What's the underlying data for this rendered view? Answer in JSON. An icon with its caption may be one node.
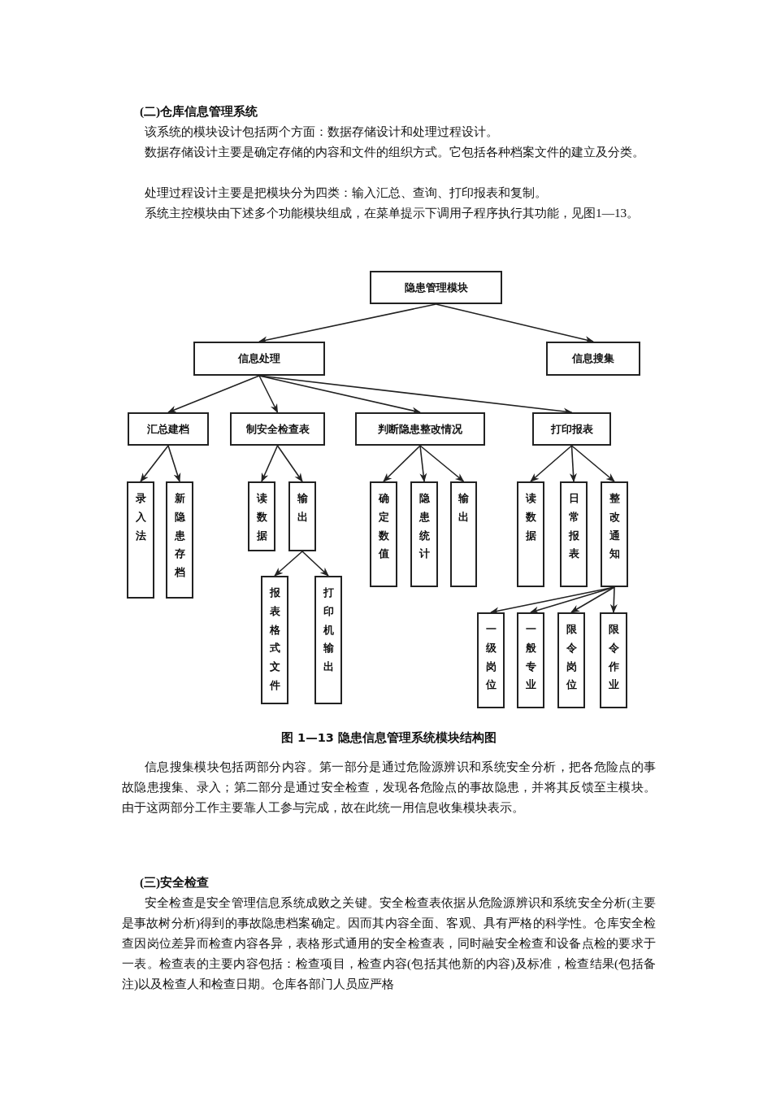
{
  "diagram": {
    "caption": "图 1—13  隐患信息管理系统模块结构图",
    "nodes": [
      {
        "text": [
          "隐患管理模块"
        ]
      },
      {
        "text": [
          "信息处理"
        ]
      },
      {
        "text": [
          "信息搜集"
        ]
      },
      {
        "text": [
          "汇总建档"
        ]
      },
      {
        "text": [
          "制安全检查表"
        ]
      },
      {
        "text": [
          "判断隐患整改情况"
        ]
      },
      {
        "text": [
          "打印报表"
        ]
      },
      {
        "text": [
          "录入法"
        ]
      },
      {
        "text": [
          "新隐患存档"
        ]
      },
      {
        "text": [
          "读数据"
        ]
      },
      {
        "text": [
          "输出"
        ]
      },
      {
        "text": [
          "报表格式文件"
        ]
      },
      {
        "text": [
          "打印机输出"
        ]
      },
      {
        "text": [
          "确定数值"
        ]
      },
      {
        "text": [
          "隐患统计"
        ]
      },
      {
        "text": [
          "输出"
        ]
      },
      {
        "text": [
          "读数据"
        ]
      },
      {
        "text": [
          "日常报表"
        ]
      },
      {
        "text": [
          "整改通知"
        ]
      },
      {
        "text": [
          "一级岗位"
        ]
      },
      {
        "text": [
          "一般专业"
        ]
      },
      {
        "text": [
          "限令岗位"
        ]
      },
      {
        "text": [
          "限令作业"
        ]
      }
    ],
    "edges": [
      {
        "from": 0,
        "to": 1,
        "arrow": "to"
      },
      {
        "from": 0,
        "to": 2,
        "arrow": "to"
      },
      {
        "from": 1,
        "to": 3,
        "arrow": "to"
      },
      {
        "from": 1,
        "to": 4,
        "arrow": "to"
      },
      {
        "from": 1,
        "to": 5,
        "arrow": "to"
      },
      {
        "from": 1,
        "to": 6,
        "arrow": "to"
      },
      {
        "from": 3,
        "to": 7,
        "arrow": "to"
      },
      {
        "from": 3,
        "to": 8,
        "arrow": "to"
      },
      {
        "from": 4,
        "to": 9,
        "arrow": "to"
      },
      {
        "from": 4,
        "to": 10,
        "arrow": "to"
      },
      {
        "from": 10,
        "to": 11,
        "arrow": "to"
      },
      {
        "from": 10,
        "to": 12,
        "arrow": "to"
      },
      {
        "from": 5,
        "to": 13,
        "arrow": "to"
      },
      {
        "from": 5,
        "to": 14,
        "arrow": "to"
      },
      {
        "from": 5,
        "to": 15,
        "arrow": "to"
      },
      {
        "from": 6,
        "to": 16,
        "arrow": "to"
      },
      {
        "from": 6,
        "to": 17,
        "arrow": "to"
      },
      {
        "from": 6,
        "to": 18,
        "arrow": "to"
      },
      {
        "from": 18,
        "to": 19,
        "arrow": "to"
      },
      {
        "from": 18,
        "to": 20,
        "arrow": "to"
      },
      {
        "from": 18,
        "to": 21,
        "arrow": "to"
      },
      {
        "from": 18,
        "to": 22,
        "arrow": "to"
      }
    ],
    "labels": [
      "(二)仓库信息管理系统",
      "该系统的模块设计包括两个方面：数据存储设计和处理过程设计。",
      "数据存储设计主要是确定存储的内容和文件的组织方式。它包括各种档案文件的建立及分类。",
      "处理过程设计主要是把模块分为四类：输入汇总、查询、打印报表和复制。",
      "系统主控模块由下述多个功能模块组成，在菜单提示下调用子程序执行其功能，见图1—13。",
      "信息搜集模块包括两部分内容。第一部分是通过危险源辨识和系统安全分析，把各危险点的事故隐患搜集、录入；第二部分是通过安全检查，发现各危险点的事故隐患，并将其反馈至主模块。由于这两部分工作主要靠人工参与完成，故在此统一用信息收集模块表示。",
      "(三)安全检查",
      "安全检查是安全管理信息系统成败之关键。安全检查表依据从危险源辨识和系统安全分析(主要是事故树分析)得到的事故隐患档案确定。因而其内容全面、客观、具有严格的科学性。仓库安全检查因岗位差异而检查内容各异，表格形式通用的安全检查表，同时融安全检查和设备点检的要求于一表。检查表的主要内容包括：检查项目，检查内容(包括其他新的内容)及标准，检查结果(包括备注)以及检查人和检查日期。仓库各部门人员应严格"
    ]
  }
}
